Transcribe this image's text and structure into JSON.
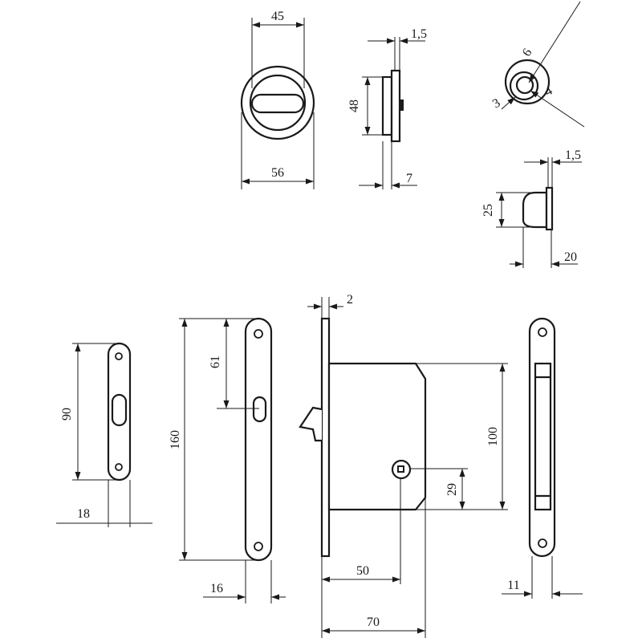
{
  "dimensions": {
    "rosette_inner": "45",
    "rosette_outer": "56",
    "rosette_side_thickness": "1,5",
    "rosette_side_height": "48",
    "rosette_side_depth": "7",
    "pin_outer": "6",
    "pin_inner": "4",
    "pin_small": "3",
    "knob_thickness": "1,5",
    "knob_height": "25",
    "knob_depth": "20",
    "small_plate_height": "90",
    "small_plate_width": "18",
    "tall_plate_slot_offset": "61",
    "tall_plate_height": "160",
    "tall_plate_width": "16",
    "faceplate_thickness": "2",
    "case_height": "100",
    "spindle_offset": "29",
    "backset": "50",
    "case_depth": "70",
    "strike_width": "11"
  }
}
